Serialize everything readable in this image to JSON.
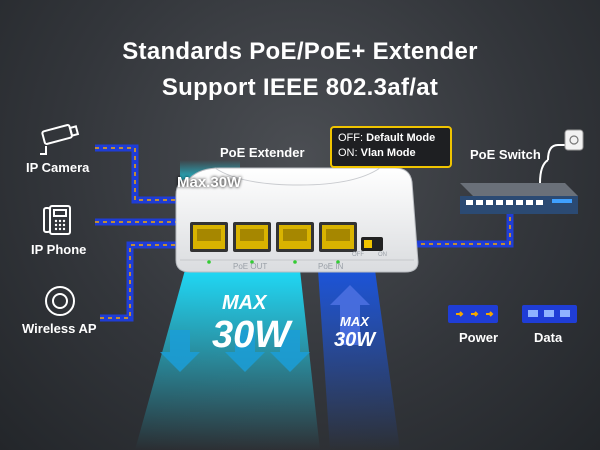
{
  "title": {
    "line1": "Standards PoE/PoE+ Extender",
    "line2": "Support IEEE 802.3af/at"
  },
  "devices": {
    "ip_camera": "IP Camera",
    "ip_phone": "IP Phone",
    "wireless_ap": "Wireless AP",
    "poe_extender": "PoE Extender",
    "poe_switch": "PoE Switch"
  },
  "mode_box": {
    "off_key": "OFF:",
    "off_value": "Default Mode",
    "on_key": "ON:",
    "on_value": "Vlan Mode"
  },
  "extender_badge": "Max.30W",
  "port_labels": {
    "out": "PoE OUT",
    "in": "PoE IN",
    "switch_off": "OFF",
    "switch_on": "ON"
  },
  "power_out": {
    "max": "MAX",
    "value": "30W"
  },
  "power_in": {
    "max": "MAX",
    "value": "30W"
  },
  "legend": {
    "power": "Power",
    "data": "Data"
  },
  "colors": {
    "power_arrow": "#f5a800",
    "cable_blue": "#1f3dd6",
    "accent_yellow": "#f0c400",
    "beam_cyan": "#19d3f2",
    "beam_blue": "#1a4fd8"
  }
}
